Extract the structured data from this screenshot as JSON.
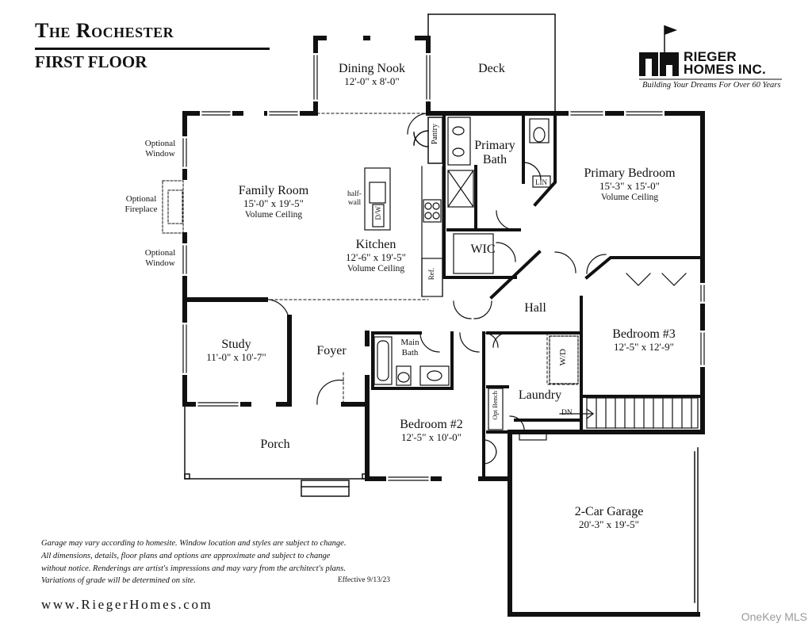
{
  "header": {
    "title": "The Rochester",
    "subtitle": "FIRST FLOOR"
  },
  "logo": {
    "line1": "RIEGER",
    "line2": "HOMES INC.",
    "tagline": "Building Your Dreams For Over 60 Years",
    "icon": "house-flag-logo"
  },
  "rooms": {
    "dining_nook": {
      "name": "Dining Nook",
      "dims": "12'-0\" x 8'-0\""
    },
    "deck": {
      "name": "Deck"
    },
    "family_room": {
      "name": "Family Room",
      "dims": "15'-0\" x 19'-5\"",
      "note": "Volume Ceiling"
    },
    "kitchen": {
      "name": "Kitchen",
      "dims": "12'-6\" x 19'-5\"",
      "note": "Volume Ceiling"
    },
    "primary_bath": {
      "name_line1": "Primary",
      "name_line2": "Bath"
    },
    "primary_bedroom": {
      "name": "Primary Bedroom",
      "dims": "15'-3\" x 15'-0\"",
      "note": "Volume Ceiling"
    },
    "wic": {
      "name": "WIC"
    },
    "hall": {
      "name": "Hall"
    },
    "bedroom3": {
      "name": "Bedroom #3",
      "dims": "12'-5\" x 12'-9\""
    },
    "study": {
      "name": "Study",
      "dims": "11'-0\" x 10'-7\""
    },
    "foyer": {
      "name": "Foyer"
    },
    "main_bath": {
      "name_line1": "Main",
      "name_line2": "Bath"
    },
    "bedroom2": {
      "name": "Bedroom #2",
      "dims": "12'-5\" x 10'-0\""
    },
    "laundry": {
      "name": "Laundry"
    },
    "porch": {
      "name": "Porch"
    },
    "garage": {
      "name": "2-Car Garage",
      "dims": "20'-3\" x 19'-5\""
    }
  },
  "labels": {
    "optional_window_1a": "Optional",
    "optional_window_1b": "Window",
    "optional_fireplace_a": "Optional",
    "optional_fireplace_b": "Fireplace",
    "optional_window_2a": "Optional",
    "optional_window_2b": "Window",
    "half_wall_a": "half-",
    "half_wall_b": "wall",
    "dw": "D/W",
    "pantry": "Pantry",
    "ref": "Ref.",
    "lin": "LIN",
    "wd": "W/D",
    "opt_bench": "Opt Bench",
    "dn": "DN"
  },
  "footer": {
    "disclaimer_1": "Garage may vary according to homesite.  Window location and styles are subject to change.",
    "disclaimer_2": "All dimensions, details, floor plans and options are approximate and subject to change",
    "disclaimer_3": "without notice.  Renderings are artist's impressions and may vary from the architect's plans.",
    "disclaimer_4": "Variations of grade will be determined on site.",
    "effective": "Effective 9/13/23",
    "website": "www.RiegerHomes.com"
  },
  "watermark": "OneKey MLS"
}
